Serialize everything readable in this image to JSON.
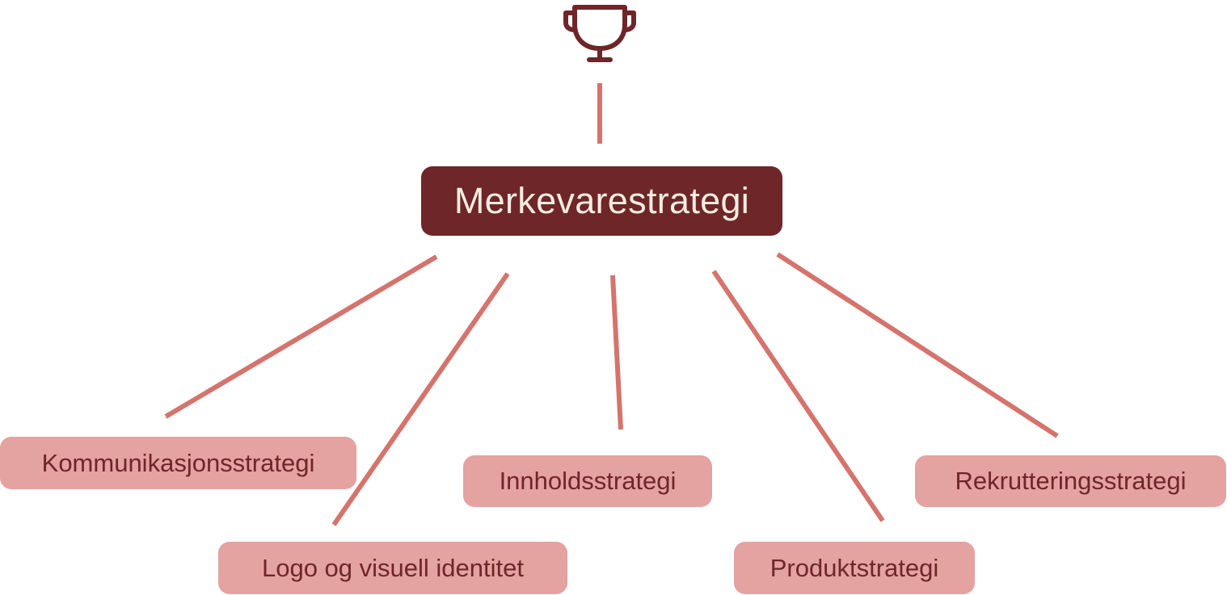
{
  "colors": {
    "background": "#ffffff",
    "root_fill": "#6e2628",
    "root_text": "#f8ece0",
    "child_fill": "#e4a2a0",
    "child_text": "#6e2628",
    "connector": "#d4746c",
    "icon": "#6e2628"
  },
  "icon": {
    "name": "trophy-icon"
  },
  "root": {
    "label": "Merkevarestrategi"
  },
  "children": [
    {
      "label": "Kommunikasjonsstrategi"
    },
    {
      "label": "Logo og visuell identitet"
    },
    {
      "label": "Innholdsstrategi"
    },
    {
      "label": "Produktstrategi"
    },
    {
      "label": "Rekrutteringsstrategi"
    }
  ]
}
